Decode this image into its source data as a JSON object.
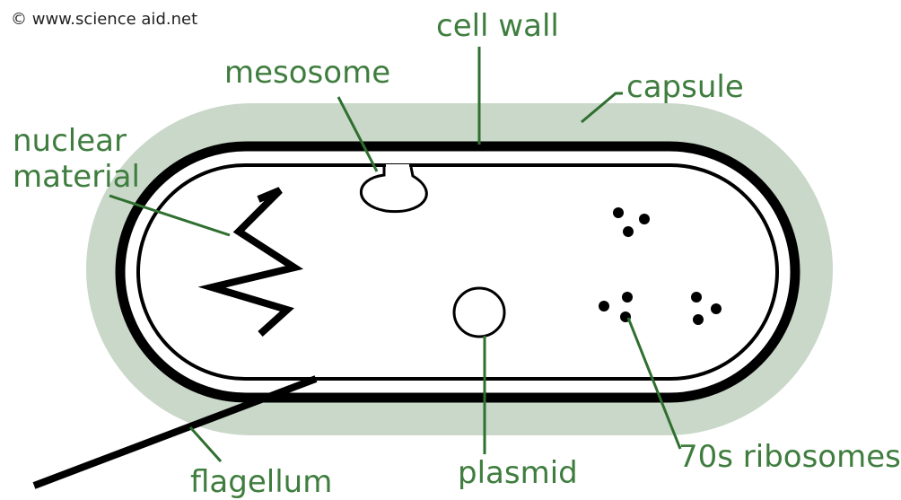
{
  "copyright": "© www.science aid.net",
  "labels": {
    "cell_wall": "cell wall",
    "mesosome": "mesosome",
    "capsule": "capsule",
    "nuclear_line1": "nuclear",
    "nuclear_line2": "material",
    "flagellum": "flagellum",
    "plasmid": "plasmid",
    "ribosomes": "70s ribosomes"
  },
  "colors": {
    "capsule": "#c9d8c9",
    "label": "#3f7d3f",
    "outline": "#000000"
  }
}
